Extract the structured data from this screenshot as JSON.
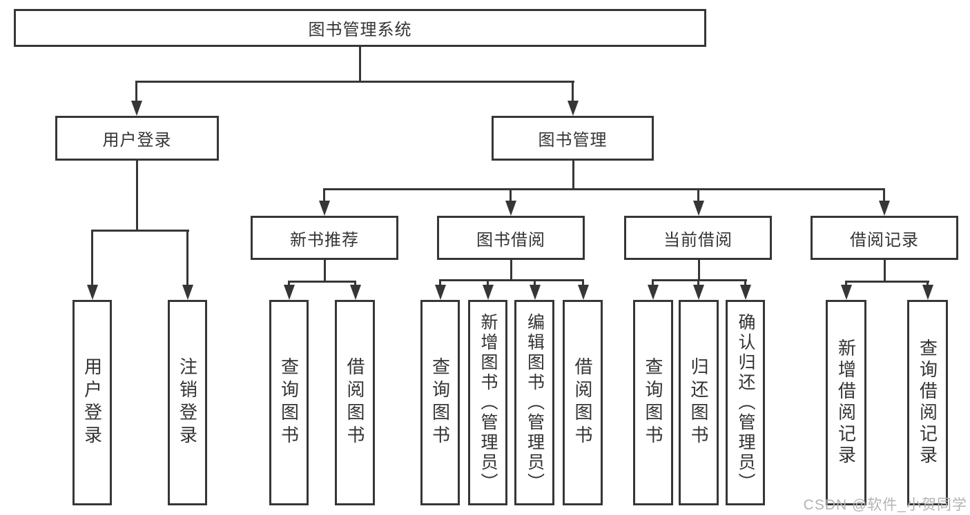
{
  "diagram_type": "functional-structure-tree",
  "colors": {
    "line": "#363636",
    "text": "#333333",
    "watermark": "#b3b3b3",
    "background": "#ffffff"
  },
  "nodes": {
    "root": "图书管理系统",
    "userLogin": "用户登录",
    "bookMgmt": "图书管理",
    "newBookRec": "新书推荐",
    "bookBorrow": "图书借阅",
    "currentBorrow": "当前借阅",
    "borrowRecords": "借阅记录",
    "leaves": [
      "用户登录",
      "注销登录",
      "查询图书",
      "借阅图书",
      "查询图书",
      "新增图书（管理员）",
      "编辑图书（管理员）",
      "借阅图书",
      "查询图书",
      "归还图书",
      "确认归还（管理员）",
      "新增借阅记录",
      "查询借阅记录"
    ]
  },
  "hierarchy": {
    "图书管理系统": {
      "用户登录": [
        "用户登录",
        "注销登录"
      ],
      "图书管理": {
        "新书推荐": [
          "查询图书",
          "借阅图书"
        ],
        "图书借阅": [
          "查询图书",
          "新增图书（管理员）",
          "编辑图书（管理员）",
          "借阅图书"
        ],
        "当前借阅": [
          "查询图书",
          "归还图书",
          "确认归还（管理员）"
        ],
        "借阅记录": [
          "新增借阅记录",
          "查询借阅记录"
        ]
      }
    }
  },
  "watermark": "CSDN @软件_小贺同学"
}
